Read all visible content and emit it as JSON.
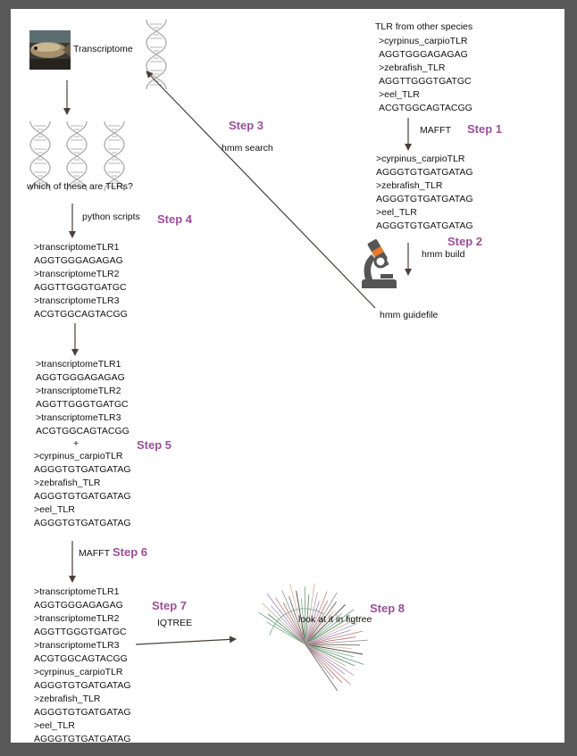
{
  "labels": {
    "transcriptome": "Transcriptome",
    "other_species": "TLR from other species",
    "which_tlrs": "which of these are TLRs?",
    "python_scripts": "python scripts",
    "hmm_search": "hmm search",
    "mafft_1": "MAFFT",
    "hmm_build": "hmm build",
    "hmm_guidefile": "hmm guidefile",
    "plus": "+",
    "mafft_6": "MAFFT",
    "iqtree": "IQTREE",
    "figtree": "look at it in figtree"
  },
  "steps": {
    "s1": "Step 1",
    "s2": "Step 2",
    "s3": "Step 3",
    "s4": "Step 4",
    "s5": "Step 5",
    "s6": "Step 6",
    "s7": "Step 7",
    "s8": "Step 8"
  },
  "blocks": {
    "other_species": [
      ">cyrpinus_carpioTLR",
      "AGGTGGGAGAGAG",
      ">zebrafish_TLR",
      "AGGTTGGGTGATGC",
      ">eel_TLR",
      "ACGTGGCAGTACGG"
    ],
    "aligned_species": [
      ">cyrpinus_carpioTLR",
      "AGGGTGTGATGATAG",
      ">zebrafish_TLR",
      "AGGGTGTGATGATAG",
      ">eel_TLR",
      "AGGGTGTGATGATAG"
    ],
    "transcriptome_tlrs": [
      ">transcriptomeTLR1",
      "AGGTGGGAGAGAG",
      ">transcriptomeTLR2",
      "AGGTTGGGTGATGC",
      ">transcriptomeTLR3",
      "ACGTGGCAGTACGG"
    ],
    "combined_transcriptome": [
      ">transcriptomeTLR1",
      "AGGTGGGAGAGAG",
      ">transcriptomeTLR2",
      "AGGTTGGGTGATGC",
      ">transcriptomeTLR3",
      "ACGTGGCAGTACGG"
    ],
    "combined_species": [
      ">cyrpinus_carpioTLR",
      "AGGGTGTGATGATAG",
      ">zebrafish_TLR",
      "AGGGTGTGATGATAG",
      ">eel_TLR",
      "AGGGTGTGATGATAG"
    ],
    "final_alignment": [
      ">transcriptomeTLR1",
      "AGGTGGGAGAGAG",
      ">transcriptomeTLR2",
      "AGGTTGGGTGATGC",
      ">transcriptomeTLR3",
      "ACGTGGCAGTACGG",
      ">cyrpinus_carpioTLR",
      "AGGGTGTGATGATAG",
      ">zebrafish_TLR",
      "AGGGTGTGATGATAG",
      ">eel_TLR",
      "AGGGTGTGATGATAG"
    ]
  },
  "icons": [
    "fish-photo",
    "dna-icon",
    "microscope-icon",
    "phylogenetic-tree"
  ],
  "colors": {
    "step": "#9b4f98",
    "arrow": "#4a3f3a",
    "dna": "#a9a9a9",
    "microscope_accent": "#e97b2c"
  }
}
